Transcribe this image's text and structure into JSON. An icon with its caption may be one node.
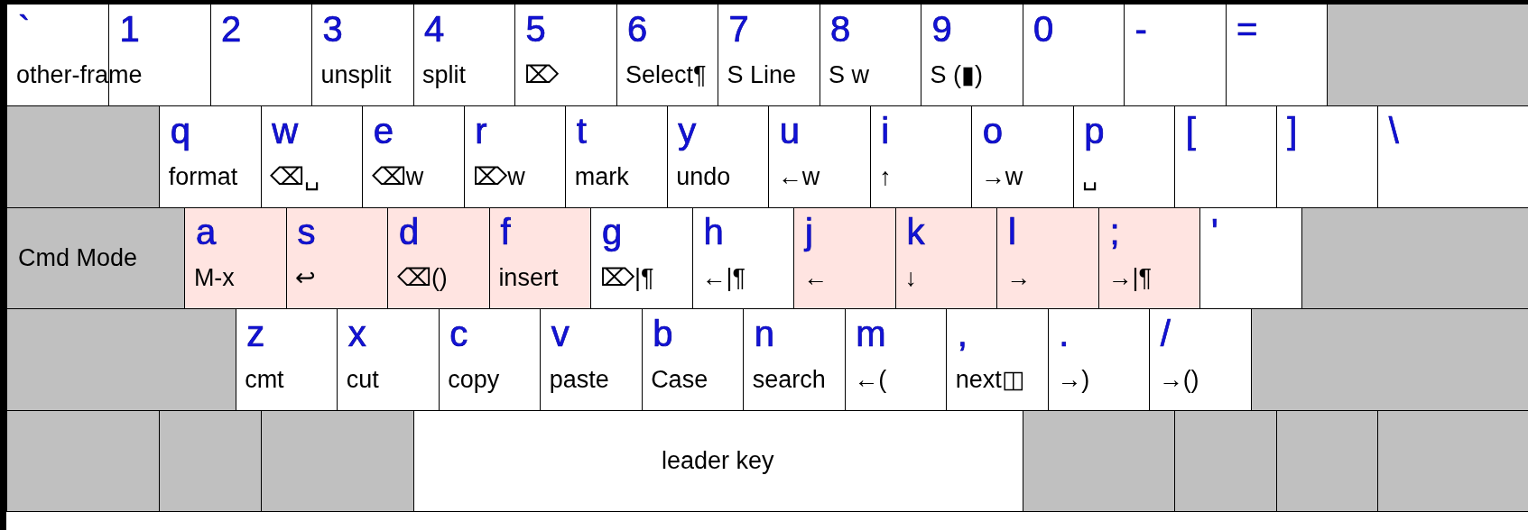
{
  "diagram": {
    "nodes": [
      {
        "text": [
          "`",
          "other-frame"
        ]
      },
      {
        "text": [
          "1"
        ]
      },
      {
        "text": [
          "2"
        ]
      },
      {
        "text": [
          "3",
          "unsplit"
        ]
      },
      {
        "text": [
          "4",
          "split"
        ]
      },
      {
        "text": [
          "5",
          "⌦"
        ]
      },
      {
        "text": [
          "6",
          "Select¶"
        ]
      },
      {
        "text": [
          "7",
          "S Line"
        ]
      },
      {
        "text": [
          "8",
          "S w"
        ]
      },
      {
        "text": [
          "9",
          "S (▮)"
        ]
      },
      {
        "text": [
          "0"
        ]
      },
      {
        "text": [
          "-"
        ]
      },
      {
        "text": [
          "="
        ]
      },
      {
        "text": [],
        "shape": "box"
      },
      {
        "text": [],
        "shape": "box"
      },
      {
        "text": [
          "q",
          "format"
        ]
      },
      {
        "text": [
          "w",
          "⌫␣"
        ]
      },
      {
        "text": [
          "e",
          "⌫w"
        ]
      },
      {
        "text": [
          "r",
          "⌦w"
        ]
      },
      {
        "text": [
          "t",
          "mark"
        ]
      },
      {
        "text": [
          "y",
          "undo"
        ]
      },
      {
        "text": [
          "u",
          "←w"
        ]
      },
      {
        "text": [
          "i",
          "↑"
        ]
      },
      {
        "text": [
          "o",
          "→w"
        ]
      },
      {
        "text": [
          "p",
          "␣"
        ]
      },
      {
        "text": [
          "["
        ]
      },
      {
        "text": [
          "]"
        ]
      },
      {
        "text": [
          "\\"
        ]
      },
      {
        "text": [
          "Cmd Mode"
        ]
      },
      {
        "text": [
          "a",
          "M-x"
        ]
      },
      {
        "text": [
          "s",
          "↩"
        ]
      },
      {
        "text": [
          "d",
          "⌫()"
        ]
      },
      {
        "text": [
          "f",
          "insert"
        ]
      },
      {
        "text": [
          "g",
          "⌦|¶"
        ]
      },
      {
        "text": [
          "h",
          "←|¶"
        ]
      },
      {
        "text": [
          "j",
          "←"
        ]
      },
      {
        "text": [
          "k",
          "↓"
        ]
      },
      {
        "text": [
          "l",
          "→"
        ]
      },
      {
        "text": [
          ";",
          "→|¶"
        ]
      },
      {
        "text": [
          "'"
        ]
      },
      {
        "text": [],
        "shape": "box"
      },
      {
        "text": [],
        "shape": "box"
      },
      {
        "text": [
          "z",
          "cmt"
        ]
      },
      {
        "text": [
          "x",
          "cut"
        ]
      },
      {
        "text": [
          "c",
          "copy"
        ]
      },
      {
        "text": [
          "v",
          "paste"
        ]
      },
      {
        "text": [
          "b",
          "Case"
        ]
      },
      {
        "text": [
          "n",
          "search"
        ]
      },
      {
        "text": [
          "m",
          "←("
        ]
      },
      {
        "text": [
          ",",
          "next◫"
        ]
      },
      {
        "text": [
          ".",
          "→)"
        ]
      },
      {
        "text": [
          "/",
          "→()"
        ]
      },
      {
        "text": [],
        "shape": "box"
      },
      {
        "text": [],
        "shape": "box"
      },
      {
        "text": [],
        "shape": "box"
      },
      {
        "text": [],
        "shape": "box"
      },
      {
        "text": [
          "leader key"
        ]
      },
      {
        "text": [],
        "shape": "box"
      },
      {
        "text": [],
        "shape": "box"
      },
      {
        "text": [],
        "shape": "box"
      },
      {
        "text": [],
        "shape": "box"
      }
    ]
  }
}
